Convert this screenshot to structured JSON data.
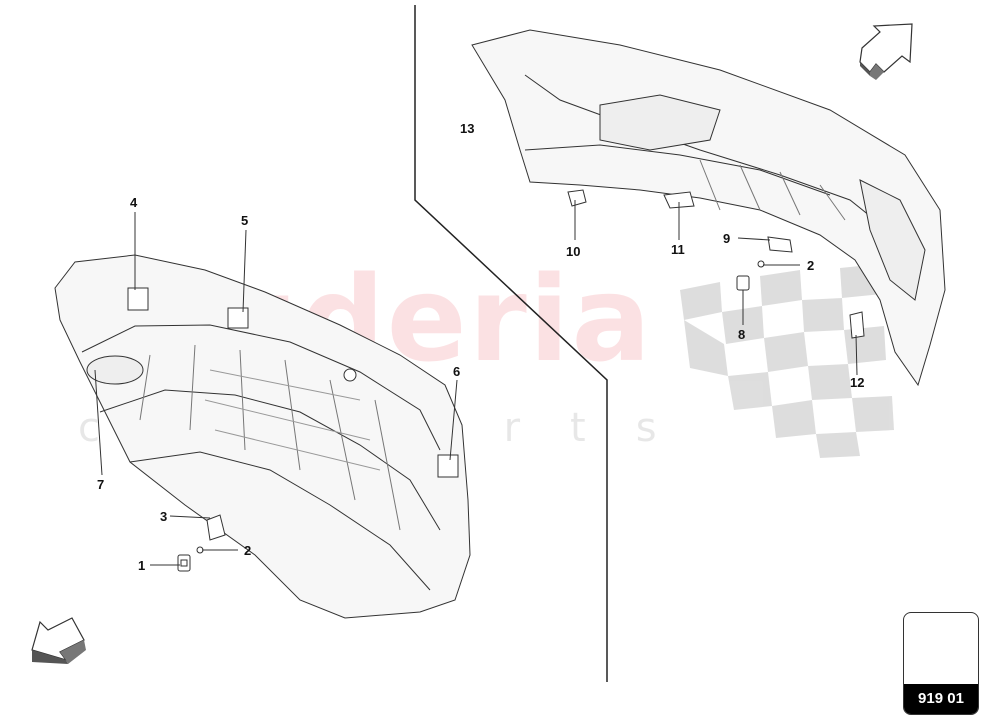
{
  "watermark": {
    "title": "scuderia",
    "subtitle": "car parts"
  },
  "callouts": [
    "1",
    "2",
    "3",
    "4",
    "5",
    "6",
    "7",
    "8",
    "9",
    "10",
    "11",
    "12",
    "13",
    "2"
  ],
  "page_label": "919 01",
  "colors": {
    "line": "#333333",
    "watermark_red": "#e8343f",
    "panel_fill": "#f6f6f6"
  },
  "icons": [
    "arrow-rear-icon",
    "arrow-front-icon"
  ]
}
